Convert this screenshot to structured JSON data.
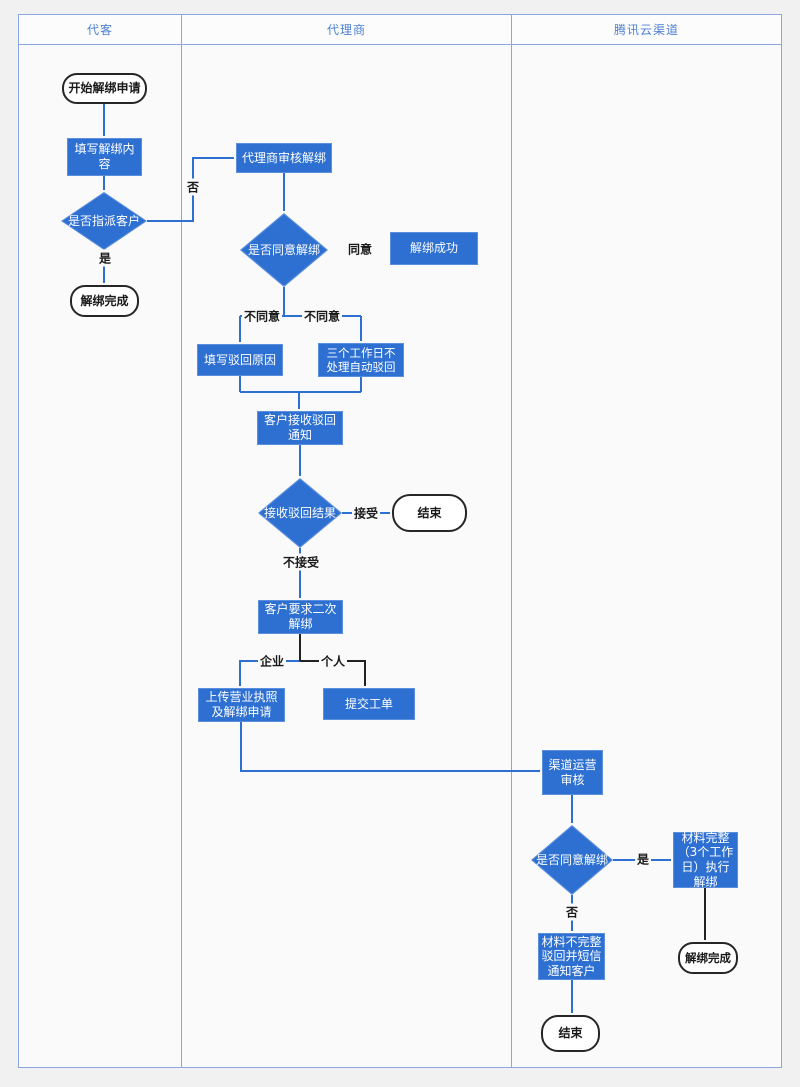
{
  "lanes": [
    {
      "label": "代客"
    },
    {
      "label": "代理商"
    },
    {
      "label": "腾讯云渠道"
    }
  ],
  "nodes": {
    "start": "开始解绑申请",
    "fill_content": "填写解绑内容",
    "assign_customer": "是否指派客户",
    "unbind_done_1": "解绑完成",
    "agent_review": "代理商审核解绑",
    "agree_unbind_1": "是否同意解绑",
    "unbind_success": "解绑成功",
    "fill_reject_reason": "填写驳回原因",
    "auto_reject": "三个工作日不处理自动驳回",
    "receive_reject_notice": "客户接收驳回通知",
    "receive_reject_result": "接收驳回结果",
    "end_1": "结束",
    "second_unbind": "客户要求二次解绑",
    "upload_license": "上传营业执照及解绑申请",
    "submit_ticket": "提交工单",
    "channel_review": "渠道运营审核",
    "agree_unbind_2": "是否同意解绑",
    "material_complete": "材料完整（3个工作日）执行解绑",
    "unbind_done_2": "解绑完成",
    "material_incomplete": "材料不完整驳回并短信通知客户",
    "end_2": "结束"
  },
  "edge_labels": {
    "no1": "否",
    "yes1": "是",
    "agree": "同意",
    "disagree_left": "不同意",
    "disagree_right": "不同意",
    "accept": "接受",
    "not_accept": "不接受",
    "enterprise": "企业",
    "personal": "个人",
    "yes2": "是",
    "no2": "否"
  },
  "colors": {
    "shape_fill": "#2e70d2",
    "shape_border": "#5b8edd",
    "connector_blue": "#2e70d2",
    "connector_black": "#222222",
    "lane_border": "#8ba7dd",
    "lane_header_text": "#4d7fd2",
    "lane_background": "#fafafa",
    "page_background": "#f1f1f2",
    "terminator_border": "#262626"
  }
}
